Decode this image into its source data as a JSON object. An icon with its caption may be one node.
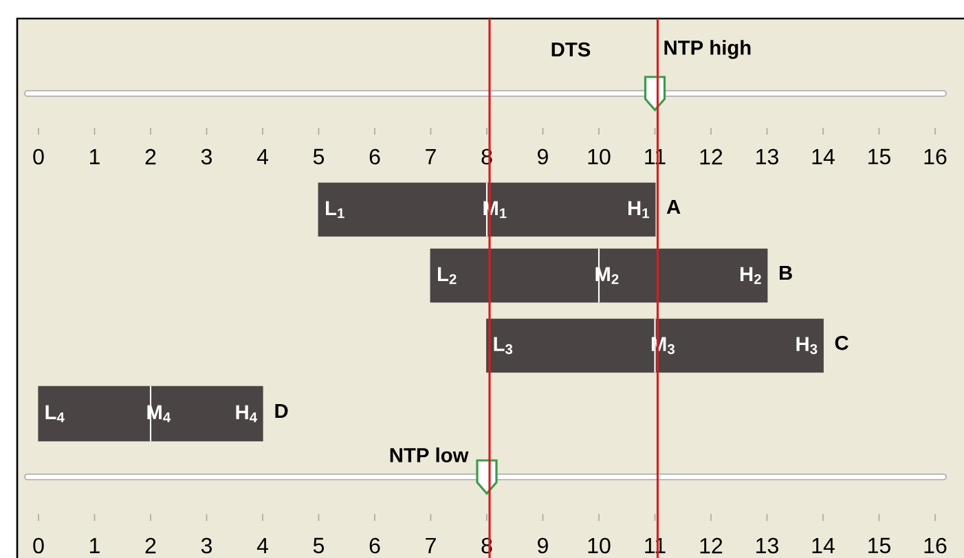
{
  "diagram": {
    "nodes": [
      {
        "text": [
          "L$_{1}$",
          "M$_{1}$",
          "H$_{1}$"
        ],
        "beside": [
          "A"
        ]
      },
      {
        "text": [
          "L$_{2}$",
          "M$_{2}$",
          "H$_{2}$"
        ],
        "beside": [
          "B"
        ]
      },
      {
        "text": [
          "L$_{3}$",
          "M$_{3}$",
          "H$_{3}$"
        ],
        "beside": [
          "C"
        ]
      },
      {
        "text": [
          "L$_{4}$",
          "M$_{4}$",
          "H$_{4}$"
        ],
        "beside": [
          "D"
        ]
      }
    ],
    "labels": [
      "DTS",
      "NTP high",
      "0",
      "1",
      "2",
      "3",
      "4",
      "5",
      "6",
      "7",
      "8",
      "9",
      "10",
      "11",
      "12",
      "13",
      "14",
      "15",
      "16",
      "NTP low",
      "0",
      "1",
      "2",
      "3",
      "4",
      "5",
      "6",
      "7",
      "8",
      "9",
      "10",
      "11",
      "12",
      "13",
      "14",
      "15",
      "16"
    ]
  }
}
